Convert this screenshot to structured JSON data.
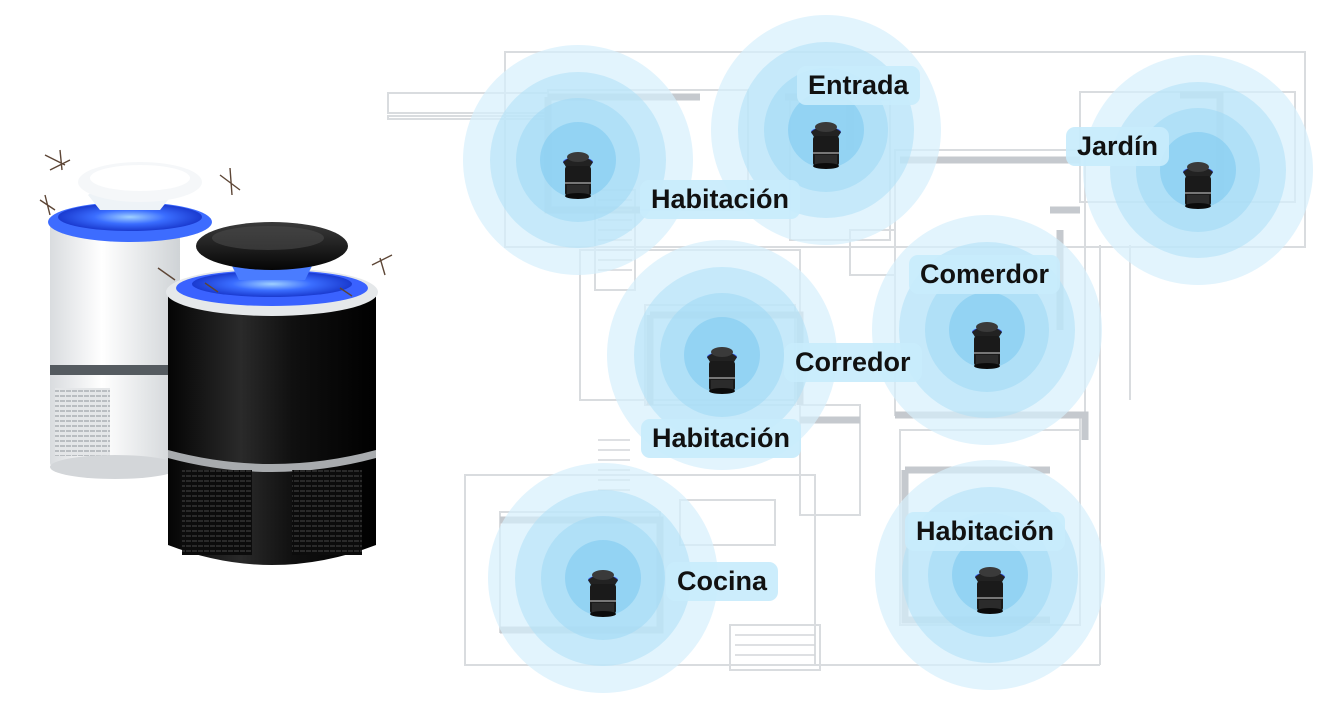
{
  "colors": {
    "zone_light": "#d6effc",
    "zone_mid": "#aee0f8",
    "zone_dark": "#7cc9f0",
    "floorplan_line": "#d8dbdf",
    "floorplan_wall": "#c8ccd1",
    "label_bg": "#c8ecfc",
    "device_body": "#1b1b1b",
    "device_glow": "#2f6bff"
  },
  "products": {
    "white_lamp": {
      "icon": "mosquito-lamp-white"
    },
    "black_lamp": {
      "icon": "mosquito-lamp-black"
    }
  },
  "rooms": [
    {
      "id": "entrada",
      "label": "Entrada"
    },
    {
      "id": "jardin",
      "label": "Jardín"
    },
    {
      "id": "habitacion-1",
      "label": "Habitación"
    },
    {
      "id": "comerdor",
      "label": "Comerdor"
    },
    {
      "id": "corredor",
      "label": "Corredor"
    },
    {
      "id": "habitacion-2",
      "label": "Habitación"
    },
    {
      "id": "habitacion-3",
      "label": "Habitación"
    },
    {
      "id": "cocina",
      "label": "Cocina"
    }
  ],
  "device_icon": "mini-mosquito-lamp-icon"
}
